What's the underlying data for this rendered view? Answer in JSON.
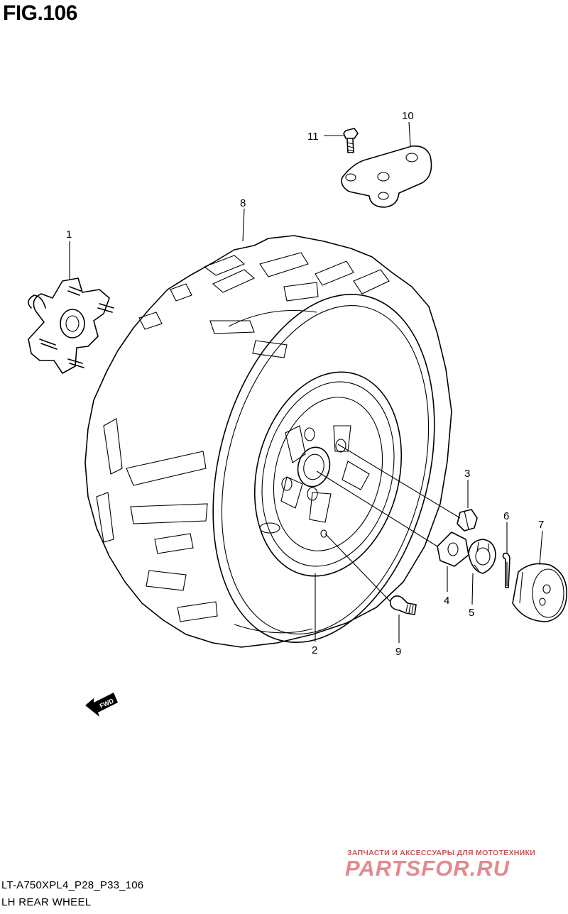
{
  "figure": {
    "title": "FIG.106",
    "model_code": "LT-A750XPL4_P28_P33_106",
    "caption": "LH REAR WHEEL"
  },
  "callouts": [
    "1",
    "2",
    "3",
    "4",
    "5",
    "6",
    "7",
    "8",
    "9",
    "10",
    "11"
  ],
  "direction_arrow": {
    "label": "FWD"
  },
  "watermark": {
    "tagline": "ЗАПЧАСТИ И АКСЕССУАРЫ ДЛЯ МОТОТЕХНИКИ",
    "logo": "PARTSFOR.RU"
  }
}
